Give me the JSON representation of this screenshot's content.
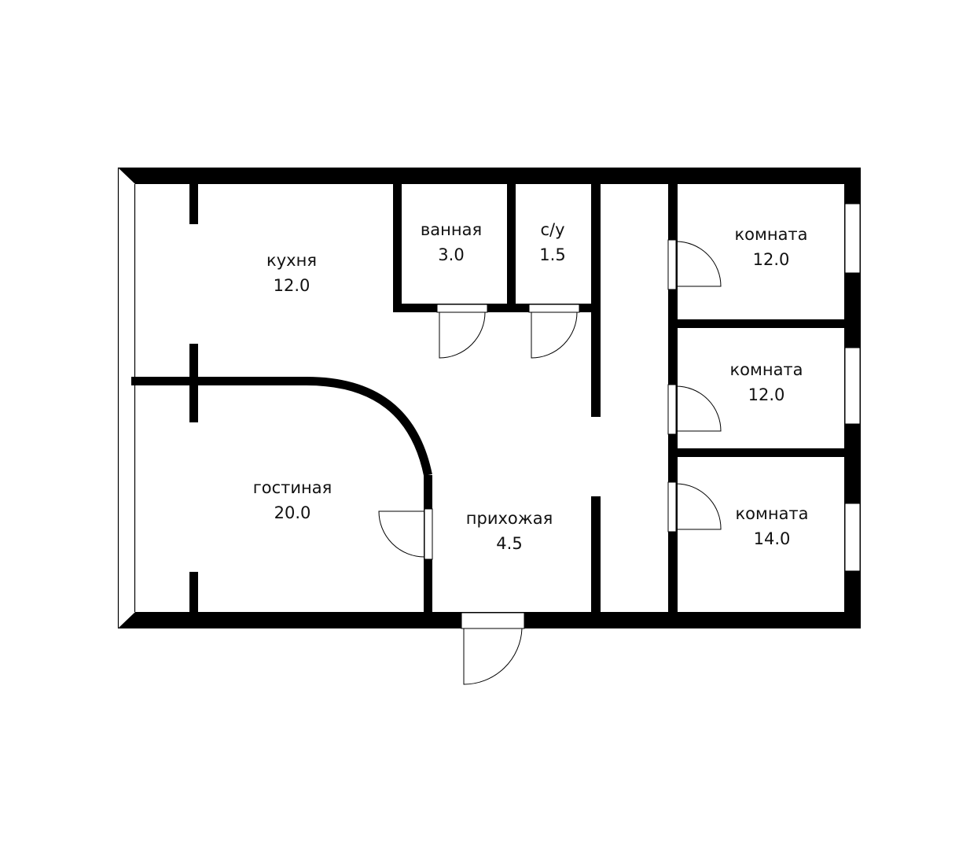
{
  "plan": {
    "wall_color": "#000000",
    "background": "#ffffff",
    "watermark_color": "#3a3a3a"
  },
  "rooms": [
    {
      "id": "kitchen",
      "name": "кухня",
      "area": "12.0"
    },
    {
      "id": "bathroom",
      "name": "ванная",
      "area": "3.0"
    },
    {
      "id": "wc",
      "name": "с/у",
      "area": "1.5"
    },
    {
      "id": "room1",
      "name": "комната",
      "area": "12.0"
    },
    {
      "id": "room2",
      "name": "комната",
      "area": "12.0"
    },
    {
      "id": "living",
      "name": "гостиная",
      "area": "20.0"
    },
    {
      "id": "hall",
      "name": "прихожая",
      "area": "4.5"
    },
    {
      "id": "room3",
      "name": "комната",
      "area": "14.0"
    }
  ]
}
